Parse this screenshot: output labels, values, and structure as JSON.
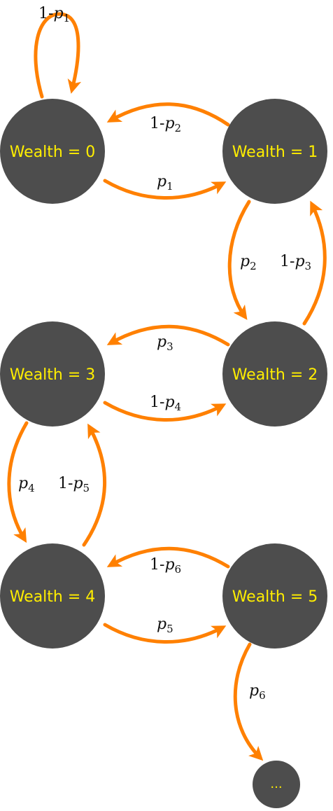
{
  "nodes": {
    "w0": {
      "label": "Wealth = 0"
    },
    "w1": {
      "label": "Wealth = 1"
    },
    "w2": {
      "label": "Wealth = 2"
    },
    "w3": {
      "label": "Wealth = 3"
    },
    "w4": {
      "label": "Wealth = 4"
    },
    "w5": {
      "label": "Wealth = 5"
    },
    "more": {
      "label": "..."
    }
  },
  "edges": {
    "loop0": {
      "prefix": "1-",
      "var": "p",
      "sub": "1"
    },
    "w1_to_w0": {
      "prefix": "1-",
      "var": "p",
      "sub": "2"
    },
    "w0_to_w1": {
      "prefix": "",
      "var": "p",
      "sub": "1"
    },
    "w1_to_w2": {
      "prefix": "",
      "var": "p",
      "sub": "2"
    },
    "w2_to_w1": {
      "prefix": "1-",
      "var": "p",
      "sub": "3"
    },
    "w2_to_w3": {
      "prefix": "",
      "var": "p",
      "sub": "3"
    },
    "w3_to_w2": {
      "prefix": "1-",
      "var": "p",
      "sub": "4"
    },
    "w3_to_w4": {
      "prefix": "",
      "var": "p",
      "sub": "4"
    },
    "w4_to_w3": {
      "prefix": "1-",
      "var": "p",
      "sub": "5"
    },
    "w5_to_w4": {
      "prefix": "1-",
      "var": "p",
      "sub": "6"
    },
    "w4_to_w5": {
      "prefix": "",
      "var": "p",
      "sub": "5"
    },
    "w5_to_more": {
      "prefix": "",
      "var": "p",
      "sub": "6"
    }
  }
}
